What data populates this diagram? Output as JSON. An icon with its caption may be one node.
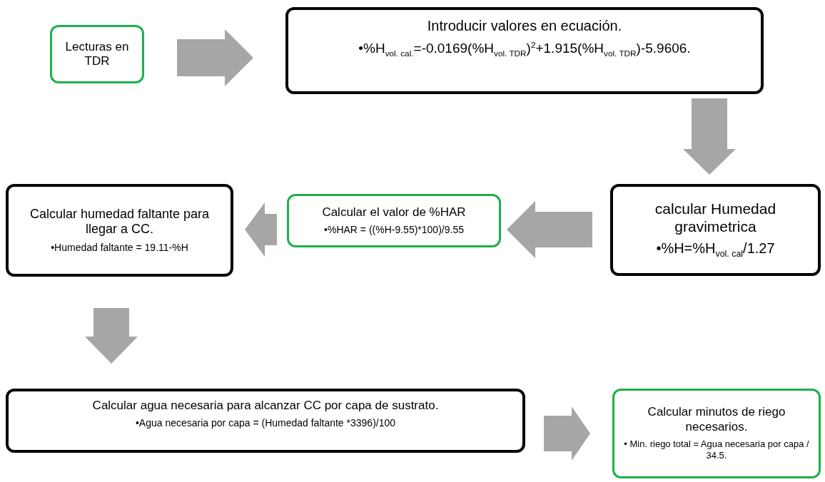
{
  "diagram": {
    "nodes": [
      {
        "text": [
          "Lecturas en TDR"
        ]
      },
      {
        "text": [
          "Introducir valores en ecuación.",
          "•%H$_{vol. cal.}$=-0.0169(%H$_{vol. TDR}$)$^{2}$+1.915(%H$_{vol. TDR}$)-5.9606."
        ]
      },
      {
        "text": [
          "calcular Humedad gravimetrica",
          "•%H=%H$_{vol. cal}$/1.27"
        ]
      },
      {
        "text": [
          "Calcular el valor de %HAR",
          "•%HAR = ((%H-9.55)*100)/9.55"
        ]
      },
      {
        "text": [
          "Calcular humedad faltante para llegar a CC.",
          "•Humedad faltante = 19.11-%H"
        ]
      },
      {
        "text": [
          "Calcular agua necesaria para alcanzar CC por capa de sustrato.",
          "•Agua necesaria por capa = (Humedad faltante *3396)/100"
        ]
      },
      {
        "text": [
          "Calcular minutos de riego necesarios.",
          "• Min. riego total = Agua necesaria por capa / 34.5."
        ]
      }
    ],
    "edges": [
      {
        "from": 0,
        "to": 1,
        "arrow": "to"
      },
      {
        "from": 1,
        "to": 2,
        "arrow": "to"
      },
      {
        "from": 2,
        "to": 3,
        "arrow": "to"
      },
      {
        "from": 3,
        "to": 4,
        "arrow": "to"
      },
      {
        "from": 4,
        "to": 5,
        "arrow": "to"
      },
      {
        "from": 5,
        "to": 6,
        "arrow": "to"
      }
    ]
  }
}
